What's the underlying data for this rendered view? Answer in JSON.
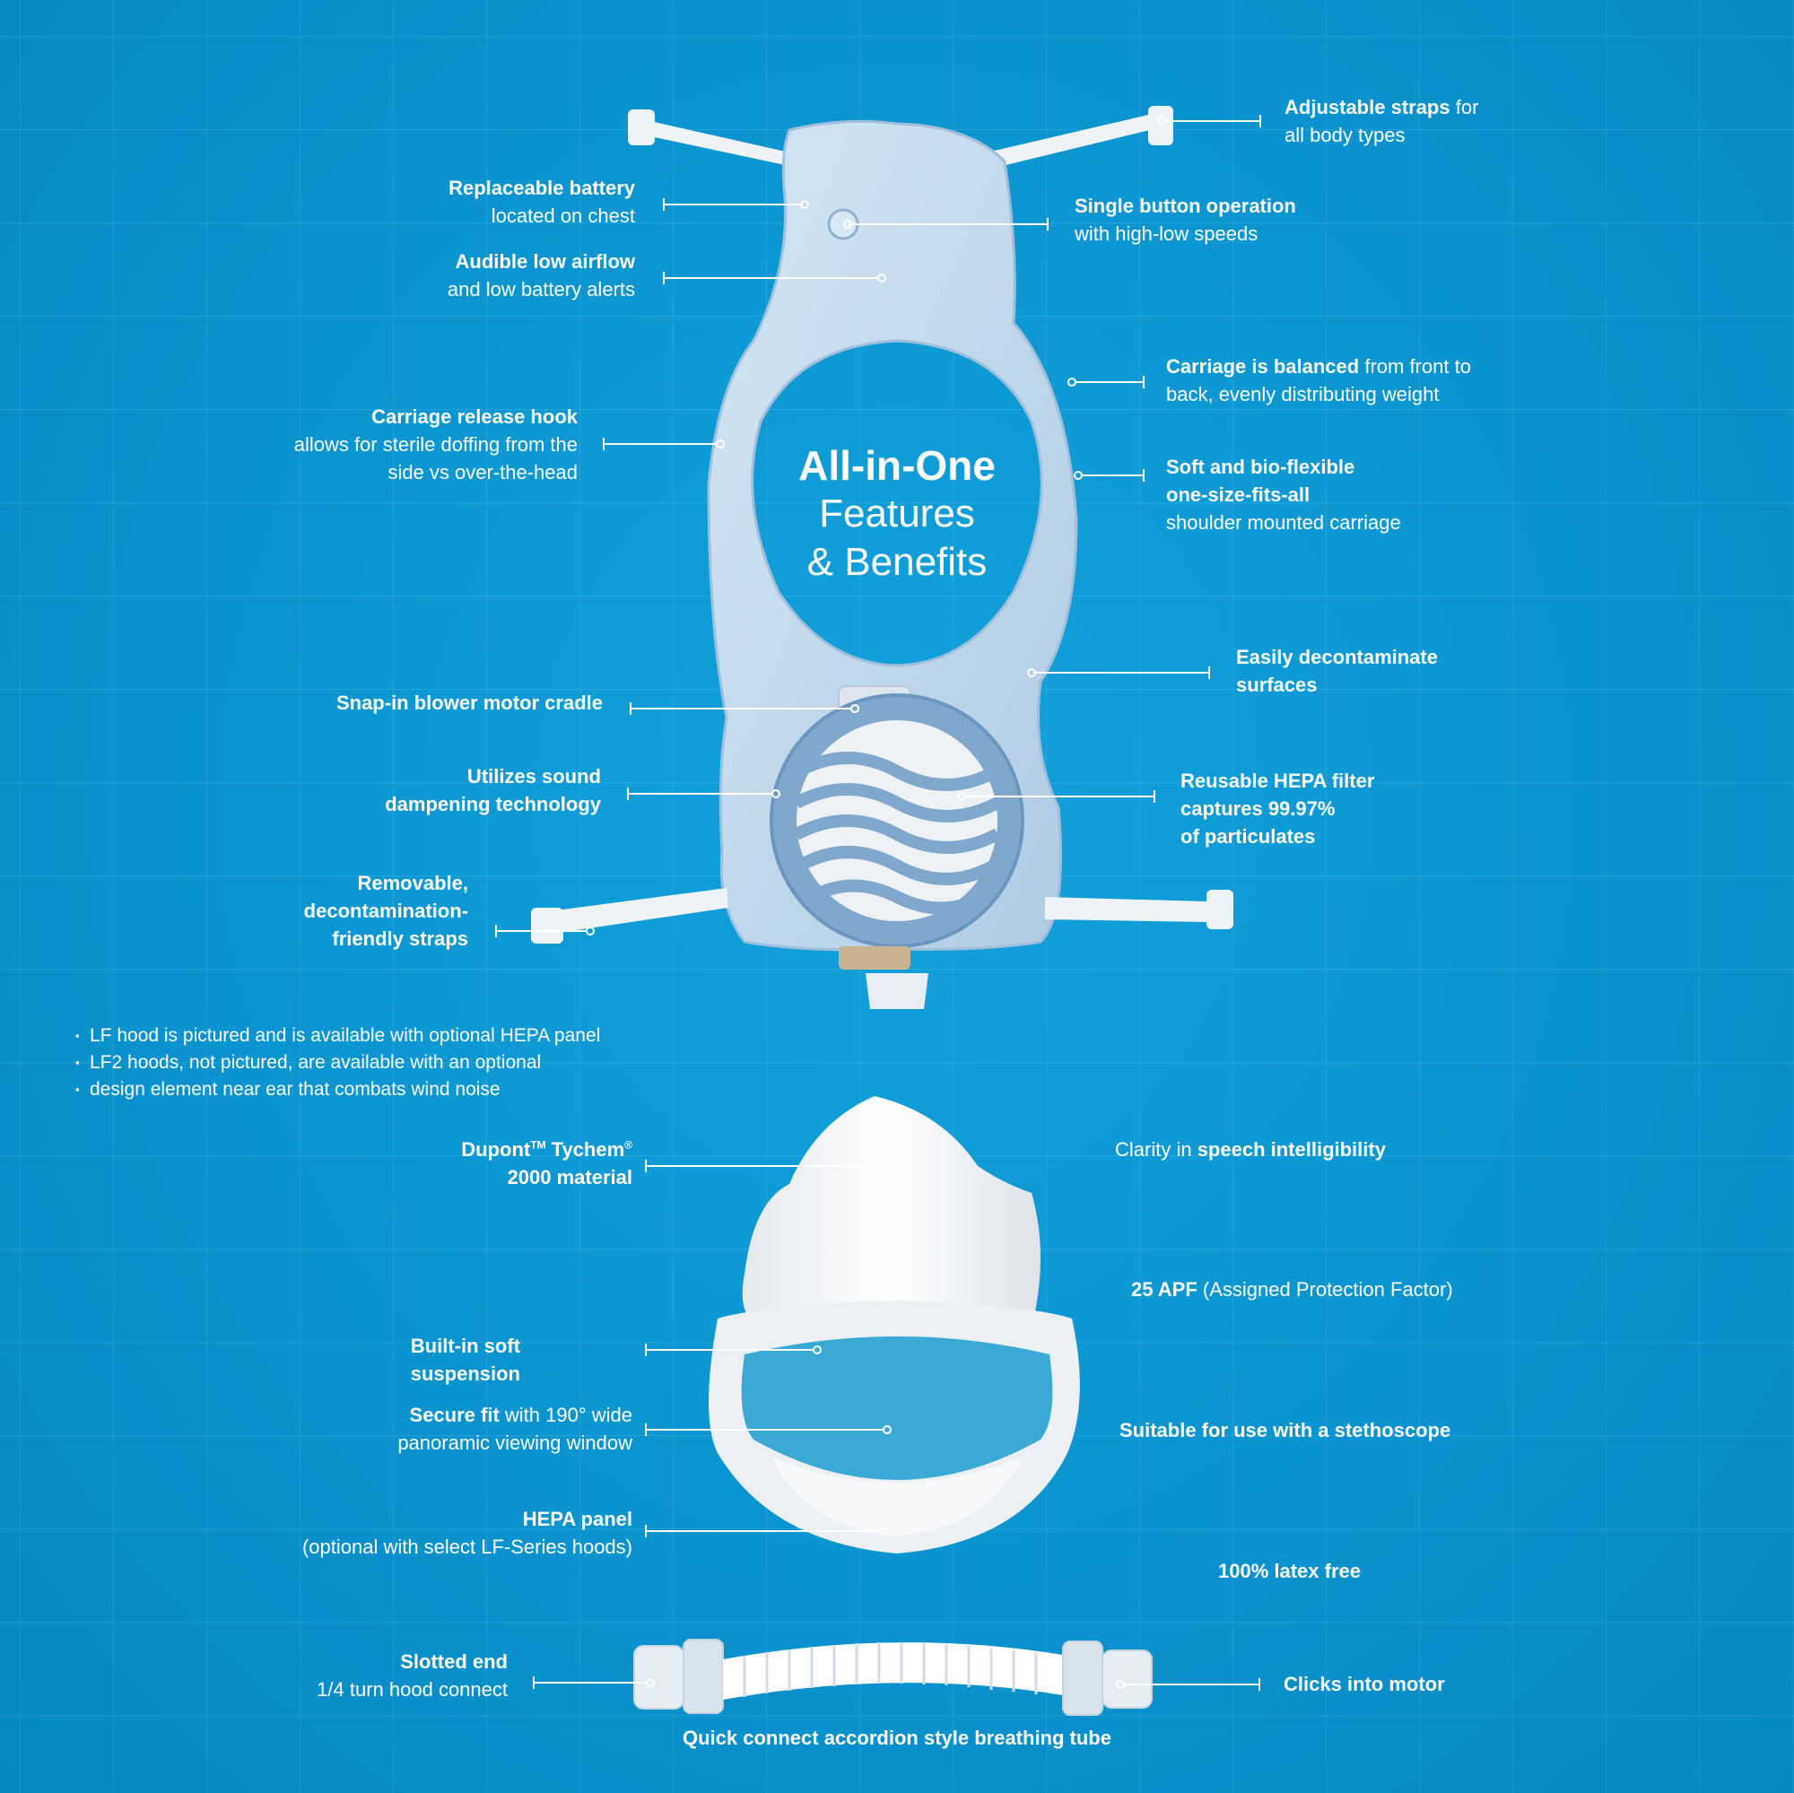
{
  "title": {
    "line1": "All-in-One",
    "line2": "Features",
    "line3": "& Benefits"
  },
  "callouts": {
    "adjustable_straps": {
      "bold": "Adjustable straps",
      "rest": " for",
      "line2": "all body types"
    },
    "replaceable_battery": {
      "bold": "Replaceable battery",
      "line2": "located on chest"
    },
    "single_button": {
      "bold": "Single button operation",
      "line2": "with high-low speeds"
    },
    "audible_alerts": {
      "bold": "Audible low airflow",
      "line2": "and low battery alerts"
    },
    "carriage_balanced": {
      "bold": "Carriage is balanced",
      "rest": " from front to",
      "line2": "back, evenly distributing weight"
    },
    "release_hook": {
      "bold": "Carriage release hook",
      "line2": "allows for sterile doffing from the",
      "line3": "side vs over-the-head"
    },
    "bio_flexible": {
      "bold1": "Soft and bio-flexible",
      "bold2": "one-size-fits-all",
      "line3": "shoulder mounted carriage"
    },
    "decontaminate": {
      "bold1": "Easily decontaminate",
      "bold2": "surfaces"
    },
    "snap_in": {
      "bold": "Snap-in blower motor cradle"
    },
    "sound": {
      "bold1": "Utilizes sound",
      "bold2": "dampening technology"
    },
    "hepa_filter": {
      "bold1": "Reusable HEPA filter",
      "bold2": "captures 99.97%",
      "bold3": "of particulates"
    },
    "removable_straps": {
      "bold1": "Removable,",
      "bold2": "decontamination-",
      "bold3": "friendly straps"
    },
    "dupont": {
      "bold1": "Dupont",
      "tm": "TM",
      "bold1b": " Tychem",
      "reg": "®",
      "bold2": "2000 material"
    },
    "clarity": {
      "rest": "Clarity in ",
      "bold": "speech intelligibility"
    },
    "apf": {
      "bold": "25 APF",
      "rest": " (Assigned Protection Factor)"
    },
    "soft_suspension": {
      "bold1": "Built-in soft",
      "bold2": "suspension"
    },
    "secure_fit": {
      "bold": "Secure fit",
      "rest": " with 190° wide",
      "line2": "panoramic viewing window"
    },
    "stethoscope": {
      "bold": "Suitable for use with a stethoscope"
    },
    "hepa_panel": {
      "bold": "HEPA panel",
      "line2": "(optional with select LF-Series hoods)"
    },
    "latex": {
      "bold": "100% latex free"
    },
    "slotted_end": {
      "bold": "Slotted end",
      "line2": "1/4 turn hood connect"
    },
    "clicks": {
      "bold": "Clicks into motor"
    }
  },
  "notes": [
    "LF hood is pictured and is available with optional HEPA panel",
    "LF2 hoods, not pictured, are available with an optional",
    "design element near ear that combats wind noise"
  ],
  "tube_caption": "Quick connect accordion style breathing tube",
  "colors": {
    "background": "#0a94cf",
    "carriage": "#c6dcef",
    "filter": "#7fa8cc",
    "hood": "#f4f6f8"
  }
}
